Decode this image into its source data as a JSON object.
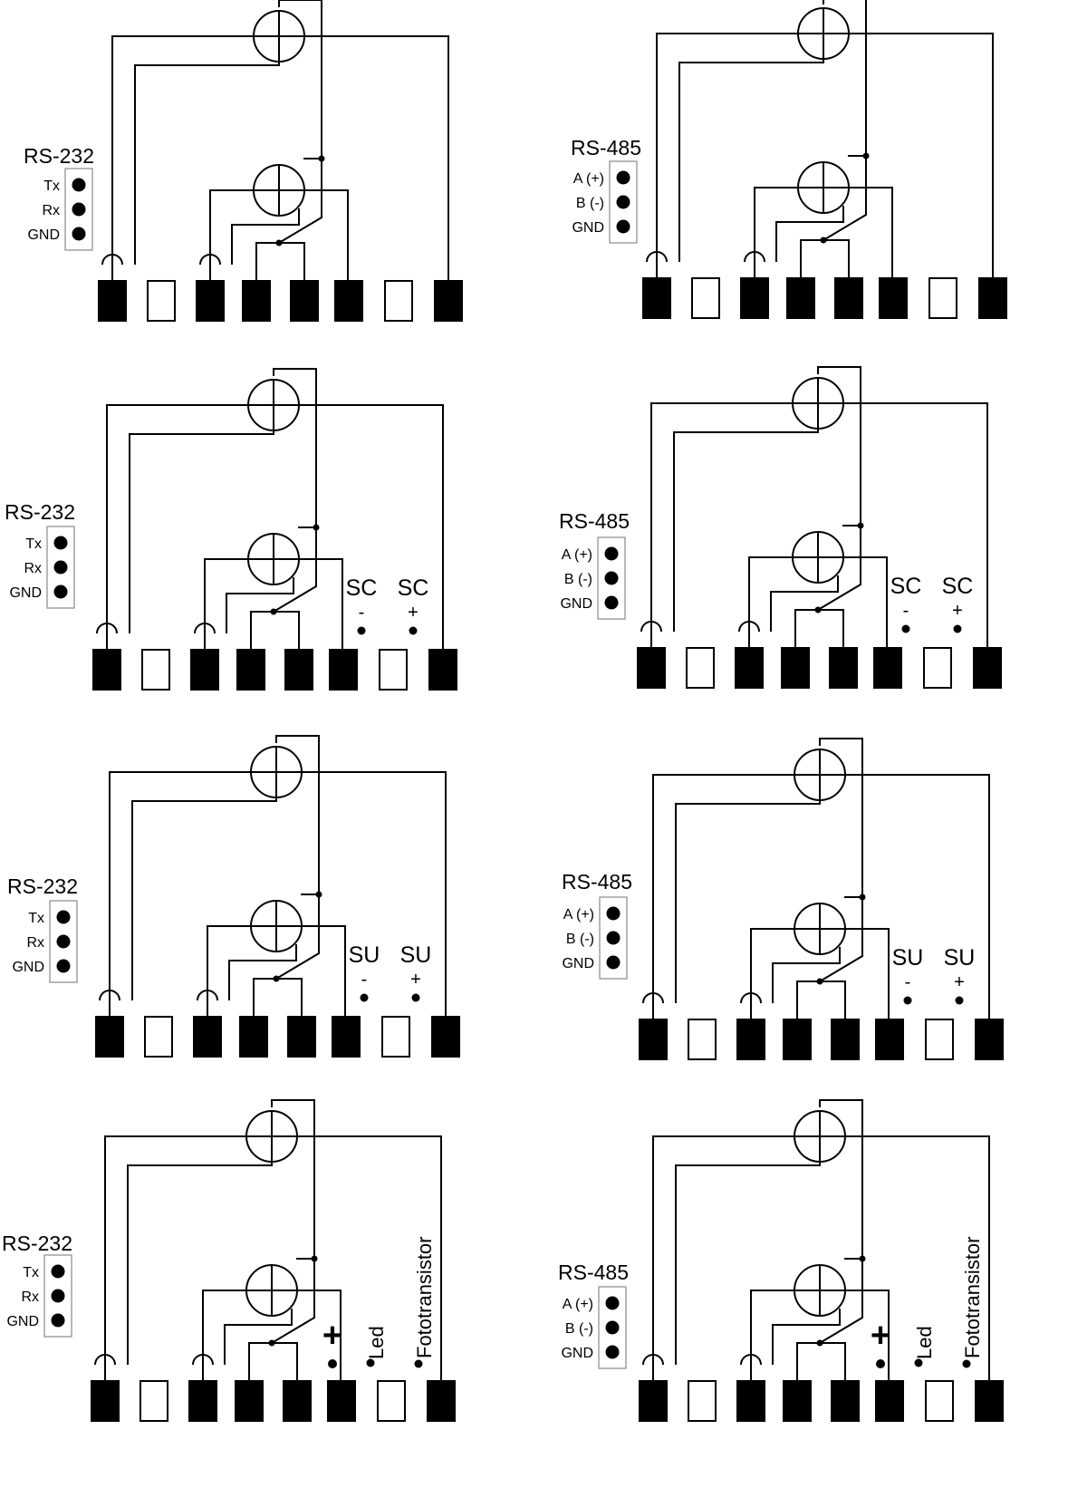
{
  "colors": {
    "ink": "#000000",
    "background": "#ffffff",
    "box_border": "#888888"
  },
  "panels": [
    {
      "id": "p1",
      "connector": {
        "title": "RS-232",
        "pins": [
          "Tx",
          "Rx",
          "GND"
        ]
      },
      "extra": null
    },
    {
      "id": "p2",
      "connector": {
        "title": "RS-485",
        "pins": [
          "A (+)",
          "B (-)",
          "GND"
        ]
      },
      "extra": null
    },
    {
      "id": "p3",
      "connector": {
        "title": "RS-232",
        "pins": [
          "Tx",
          "Rx",
          "GND"
        ]
      },
      "extra": {
        "type": "pair",
        "left_label": "SC",
        "left_sign": "-",
        "right_label": "SC",
        "right_sign": "+"
      }
    },
    {
      "id": "p4",
      "connector": {
        "title": "RS-485",
        "pins": [
          "A (+)",
          "B (-)",
          "GND"
        ]
      },
      "extra": {
        "type": "pair",
        "left_label": "SC",
        "left_sign": "-",
        "right_label": "SC",
        "right_sign": "+"
      }
    },
    {
      "id": "p5",
      "connector": {
        "title": "RS-232",
        "pins": [
          "Tx",
          "Rx",
          "GND"
        ]
      },
      "extra": {
        "type": "pair",
        "left_label": "SU",
        "left_sign": "-",
        "right_label": "SU",
        "right_sign": "+"
      }
    },
    {
      "id": "p6",
      "connector": {
        "title": "RS-485",
        "pins": [
          "A (+)",
          "B (-)",
          "GND"
        ]
      },
      "extra": {
        "type": "pair",
        "left_label": "SU",
        "left_sign": "-",
        "right_label": "SU",
        "right_sign": "+"
      }
    },
    {
      "id": "p7",
      "connector": {
        "title": "RS-232",
        "pins": [
          "Tx",
          "Rx",
          "GND"
        ]
      },
      "extra": {
        "type": "optic",
        "plus_sign": "+",
        "led_label": "Led",
        "photo_label": "Fototransistor"
      }
    },
    {
      "id": "p8",
      "connector": {
        "title": "RS-485",
        "pins": [
          "A (+)",
          "B (-)",
          "GND"
        ]
      },
      "extra": {
        "type": "optic",
        "plus_sign": "+",
        "led_label": "Led",
        "photo_label": "Fototransistor"
      }
    }
  ],
  "terminal_pattern": [
    "filled",
    "open",
    "filled",
    "filled",
    "filled",
    "filled",
    "open",
    "filled"
  ]
}
